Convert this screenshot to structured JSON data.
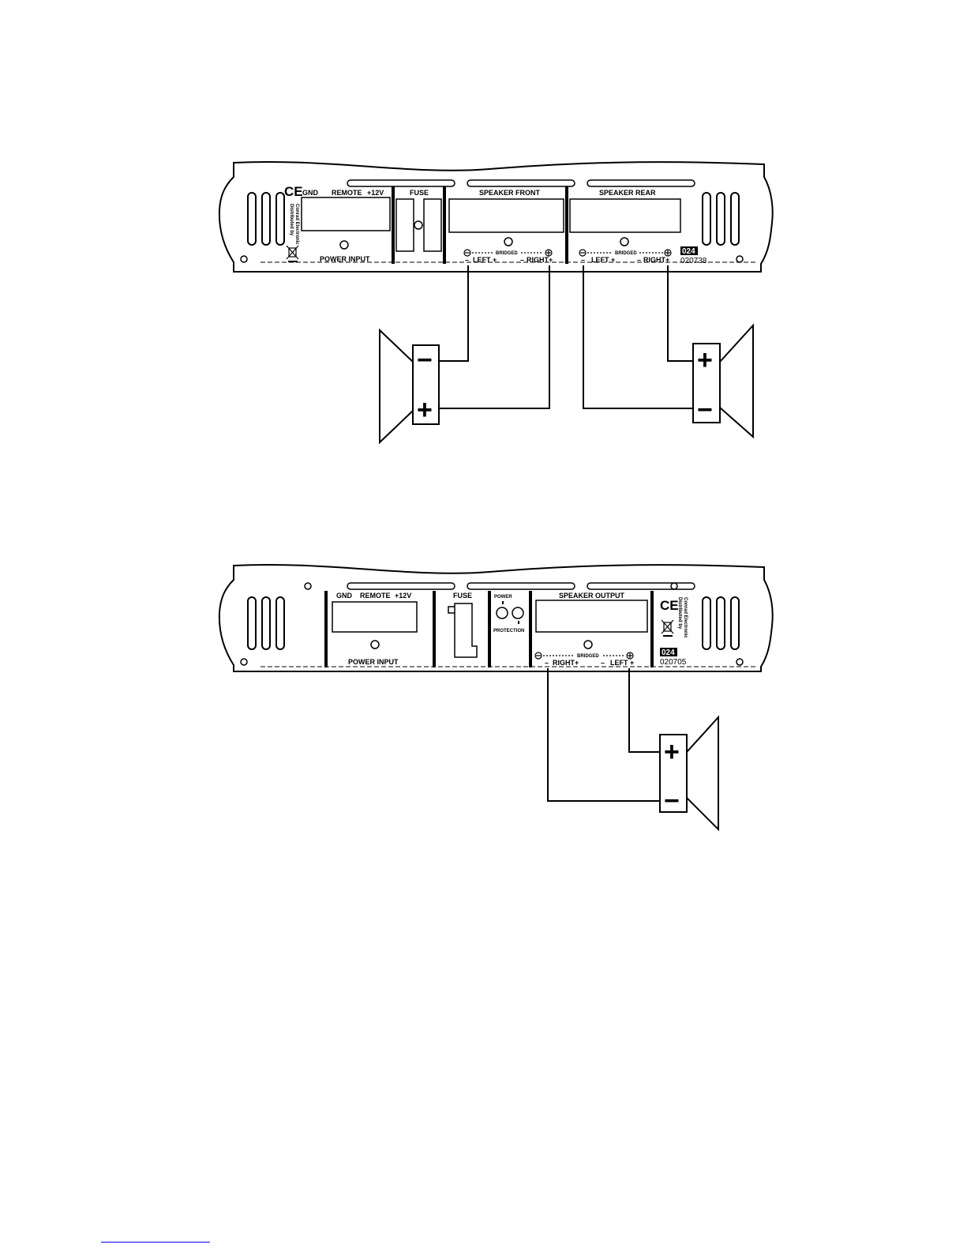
{
  "amp1": {
    "power_labels": [
      "GND",
      "REMOTE",
      "+12V"
    ],
    "power_input": "POWER INPUT",
    "fuse": "FUSE",
    "speaker_front": "SPEAKER FRONT",
    "speaker_rear": "SPEAKER REAR",
    "bridged": "BRIDGED",
    "left": "LEFT +",
    "right": "RIGHT+",
    "minus": "–",
    "badge": "024",
    "model": "020738",
    "ce": "CE",
    "distributed": [
      "Distributed by",
      "Conrad Electronic"
    ]
  },
  "amp2": {
    "power_labels": [
      "GND",
      "REMOTE",
      "+12V"
    ],
    "power_input": "POWER INPUT",
    "fuse": "FUSE",
    "power": "POWER",
    "protection": "PROTECTION",
    "speaker_output": "SPEAKER OUTPUT",
    "bridged": "BRIDGED",
    "right": "RIGHT+",
    "left": "LEFT +",
    "minus": "–",
    "badge": "024",
    "model": "020705",
    "ce": "CE",
    "distributed": [
      "Distributed by",
      "Conrad Electronic"
    ]
  },
  "speakers": {
    "plus": "+",
    "minus": "−"
  }
}
